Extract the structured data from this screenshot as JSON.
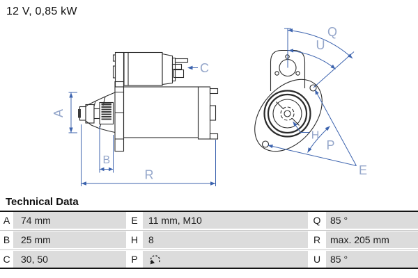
{
  "title": "12 V, 0,85 kW",
  "drawing": {
    "dimension_labels": {
      "A": "A",
      "B": "B",
      "C": "C",
      "R": "R",
      "Q": "Q",
      "U": "U",
      "H": "H",
      "P": "P",
      "E": "E"
    },
    "colors": {
      "outline": "#2b2b2b",
      "dimension_line": "#3c63ae",
      "dimension_label": "#94a6ca"
    }
  },
  "technical_data": {
    "heading": "Technical Data",
    "rows": [
      [
        {
          "key": "A",
          "value": "74 mm"
        },
        {
          "key": "E",
          "value": "11 mm, M10"
        },
        {
          "key": "Q",
          "value": "85 °"
        }
      ],
      [
        {
          "key": "B",
          "value": "25 mm"
        },
        {
          "key": "H",
          "value": "8"
        },
        {
          "key": "R",
          "value": "max. 205 mm"
        }
      ],
      [
        {
          "key": "C",
          "value": "30, 50"
        },
        {
          "key": "P",
          "icon": "counterclockwise-rotation-icon"
        },
        {
          "key": "U",
          "value": "85 °"
        }
      ]
    ]
  }
}
